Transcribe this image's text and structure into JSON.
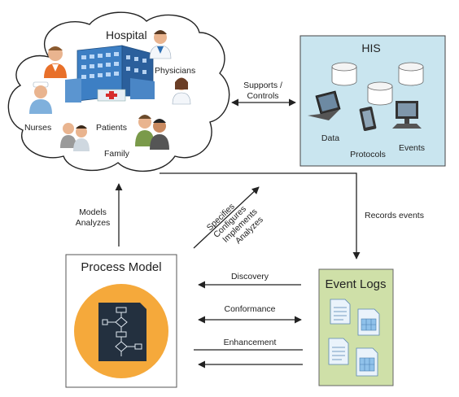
{
  "cloud": {
    "title": "Hospital",
    "physicians": "Physicians",
    "nurses": "Nurses",
    "patients": "Patients",
    "family": "Family"
  },
  "his": {
    "title": "HIS",
    "data": "Data",
    "protocols": "Protocols",
    "events": "Events"
  },
  "arrows": {
    "supports_line1": "Supports /",
    "supports_line2": "Controls",
    "records_events": "Records events",
    "models_line1": "Models",
    "models_line2": "Analyzes",
    "specifies": "Specifies",
    "configures": "Configures",
    "implements": "Implements",
    "analyzes": "Analyzes",
    "discovery": "Discovery",
    "conformance": "Conformance",
    "enhancement": "Enhancement"
  },
  "process_model": {
    "title": "Process Model"
  },
  "event_logs": {
    "title": "Event Logs"
  },
  "colors": {
    "his_fill": "#c9e5ef",
    "event_logs_fill": "#cfe0a8",
    "process_model_circle": "#f5a93b",
    "arrow": "#222222"
  }
}
